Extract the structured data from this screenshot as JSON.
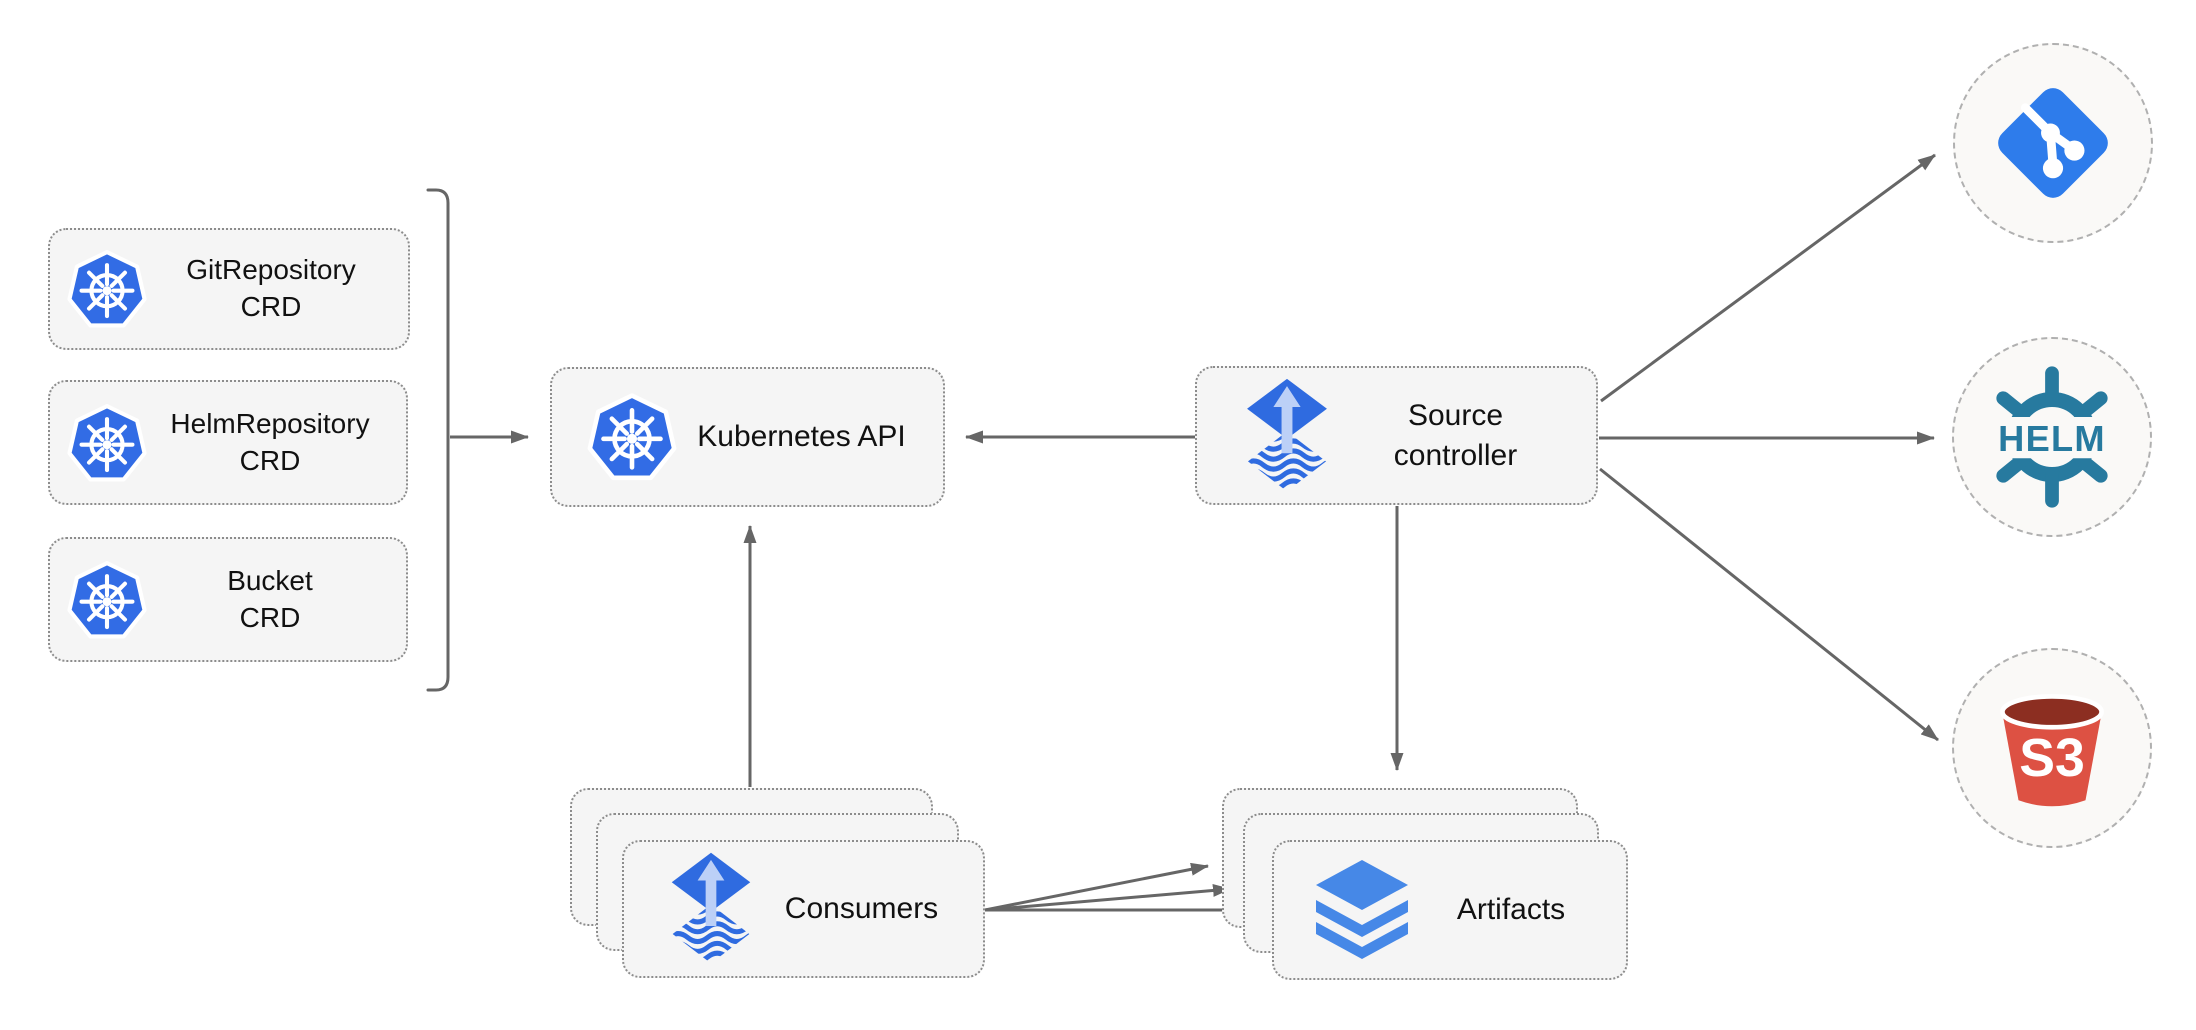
{
  "nodes": {
    "gitrepo_crd": {
      "label": "GitRepository\nCRD",
      "icon": "kubernetes-icon"
    },
    "helmrepo_crd": {
      "label": "HelmRepository\nCRD",
      "icon": "kubernetes-icon"
    },
    "bucket_crd": {
      "label": "Bucket\nCRD",
      "icon": "kubernetes-icon"
    },
    "kubernetes_api": {
      "label": "Kubernetes API",
      "icon": "kubernetes-icon"
    },
    "source_controller": {
      "label": "Source\ncontroller",
      "icon": "flux-icon"
    },
    "consumers": {
      "label": "Consumers",
      "icon": "flux-icon",
      "stack_count": 3
    },
    "artifacts": {
      "label": "Artifacts",
      "icon": "layers-icon",
      "stack_count": 3
    },
    "git_endpoint": {
      "icon": "git-icon"
    },
    "helm_endpoint": {
      "icon": "helm-icon",
      "label": "HELM"
    },
    "s3_endpoint": {
      "icon": "s3-bucket-icon",
      "label": "S3"
    }
  },
  "edges": [
    {
      "from": "crd-group-bracket",
      "to": "kubernetes_api"
    },
    {
      "from": "source_controller",
      "to": "kubernetes_api"
    },
    {
      "from": "consumers",
      "to": "kubernetes_api"
    },
    {
      "from": "source_controller",
      "to": "artifacts"
    },
    {
      "from": "source_controller",
      "to": "git_endpoint"
    },
    {
      "from": "source_controller",
      "to": "helm_endpoint"
    },
    {
      "from": "source_controller",
      "to": "s3_endpoint"
    },
    {
      "from": "consumers",
      "to": "artifacts",
      "count": 3
    }
  ],
  "colors": {
    "kubernetes_blue": "#326CE5",
    "flux_blue": "#2F6BE0",
    "flux_arrow_light": "#BCD0F7",
    "git_blue": "#2E7CEB",
    "helm_teal": "#277A9F",
    "s3_red": "#DD5143",
    "s3_dark_red": "#8C2E21",
    "artifacts_blue": "#4688E7",
    "arrow_gray": "#666666",
    "box_fill": "#F5F5F5",
    "box_border": "#8C8C8C",
    "circle_fill": "#FAF9F7",
    "circle_border": "#B0B0B0"
  }
}
